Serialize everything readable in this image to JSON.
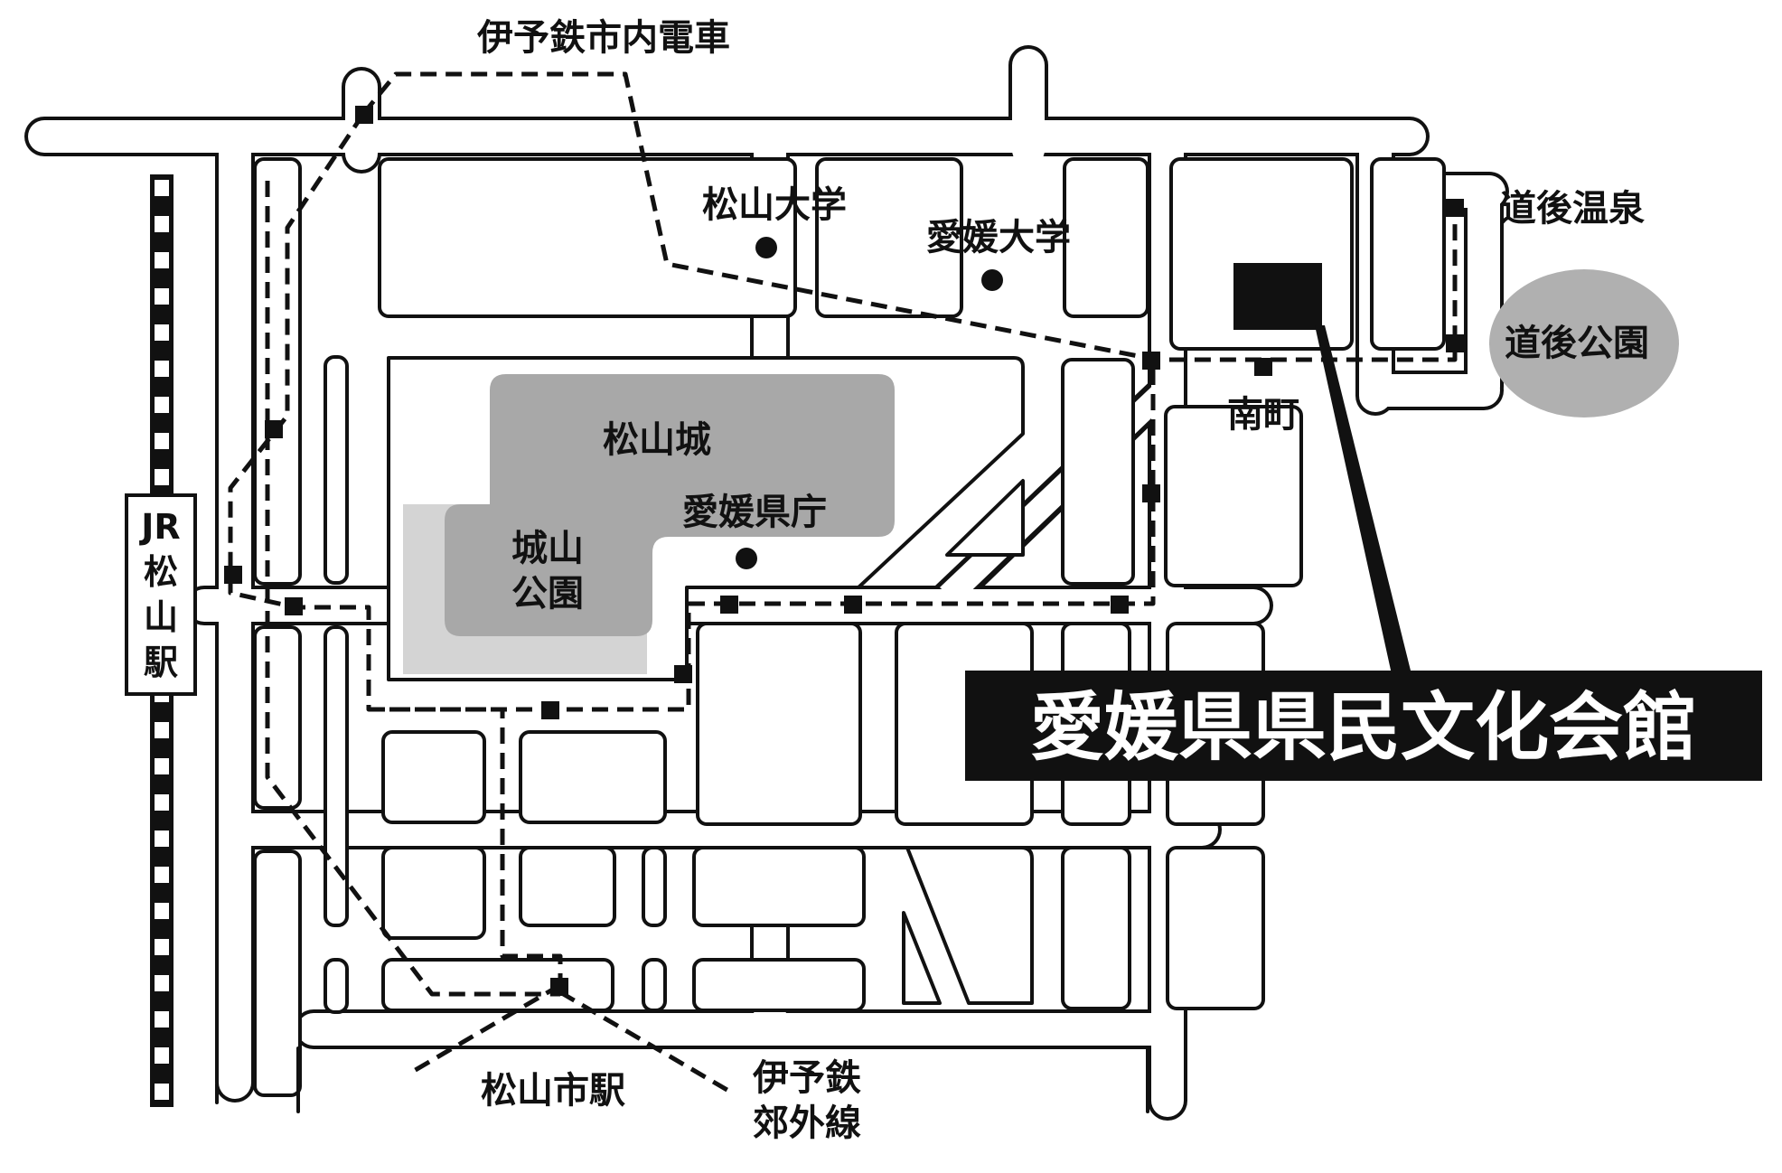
{
  "colors": {
    "background": "#ffffff",
    "road_outline": "#111111",
    "block_fill": "#ffffff",
    "castle_fill": "#a8a8a8",
    "park_light_fill": "#d4d4d4",
    "dogo_park_fill": "#b0b0b0",
    "station_marker": "#111111",
    "title_bg": "#111111",
    "title_text": "#ffffff"
  },
  "icons": {
    "station_marker": "square-stop-icon",
    "landmark_marker": "dot-icon",
    "venue_marker": "black-rectangle-icon",
    "rail_line": "railway-track-icon",
    "tram_line": "dashed-line-icon"
  },
  "map": {
    "title": "愛媛県県民文化会館",
    "labels": {
      "tram_line": "伊予鉄市内電車",
      "matsuyama_univ": "松山大学",
      "ehime_univ": "愛媛大学",
      "dogo_onsen": "道後温泉",
      "dogo_park": "道後公園",
      "minamimachi": "南町",
      "matsuyama_castle": "松山城",
      "prefectural_office": "愛媛県庁",
      "shiroyama_park_1": "城山",
      "shiroyama_park_2": "公園",
      "jr_station_1": "JR",
      "jr_station_2": "松",
      "jr_station_3": "山",
      "jr_station_4": "駅",
      "matsuyamashi_station": "松山市駅",
      "suburban_line_1": "伊予鉄",
      "suburban_line_2": "郊外線"
    }
  }
}
